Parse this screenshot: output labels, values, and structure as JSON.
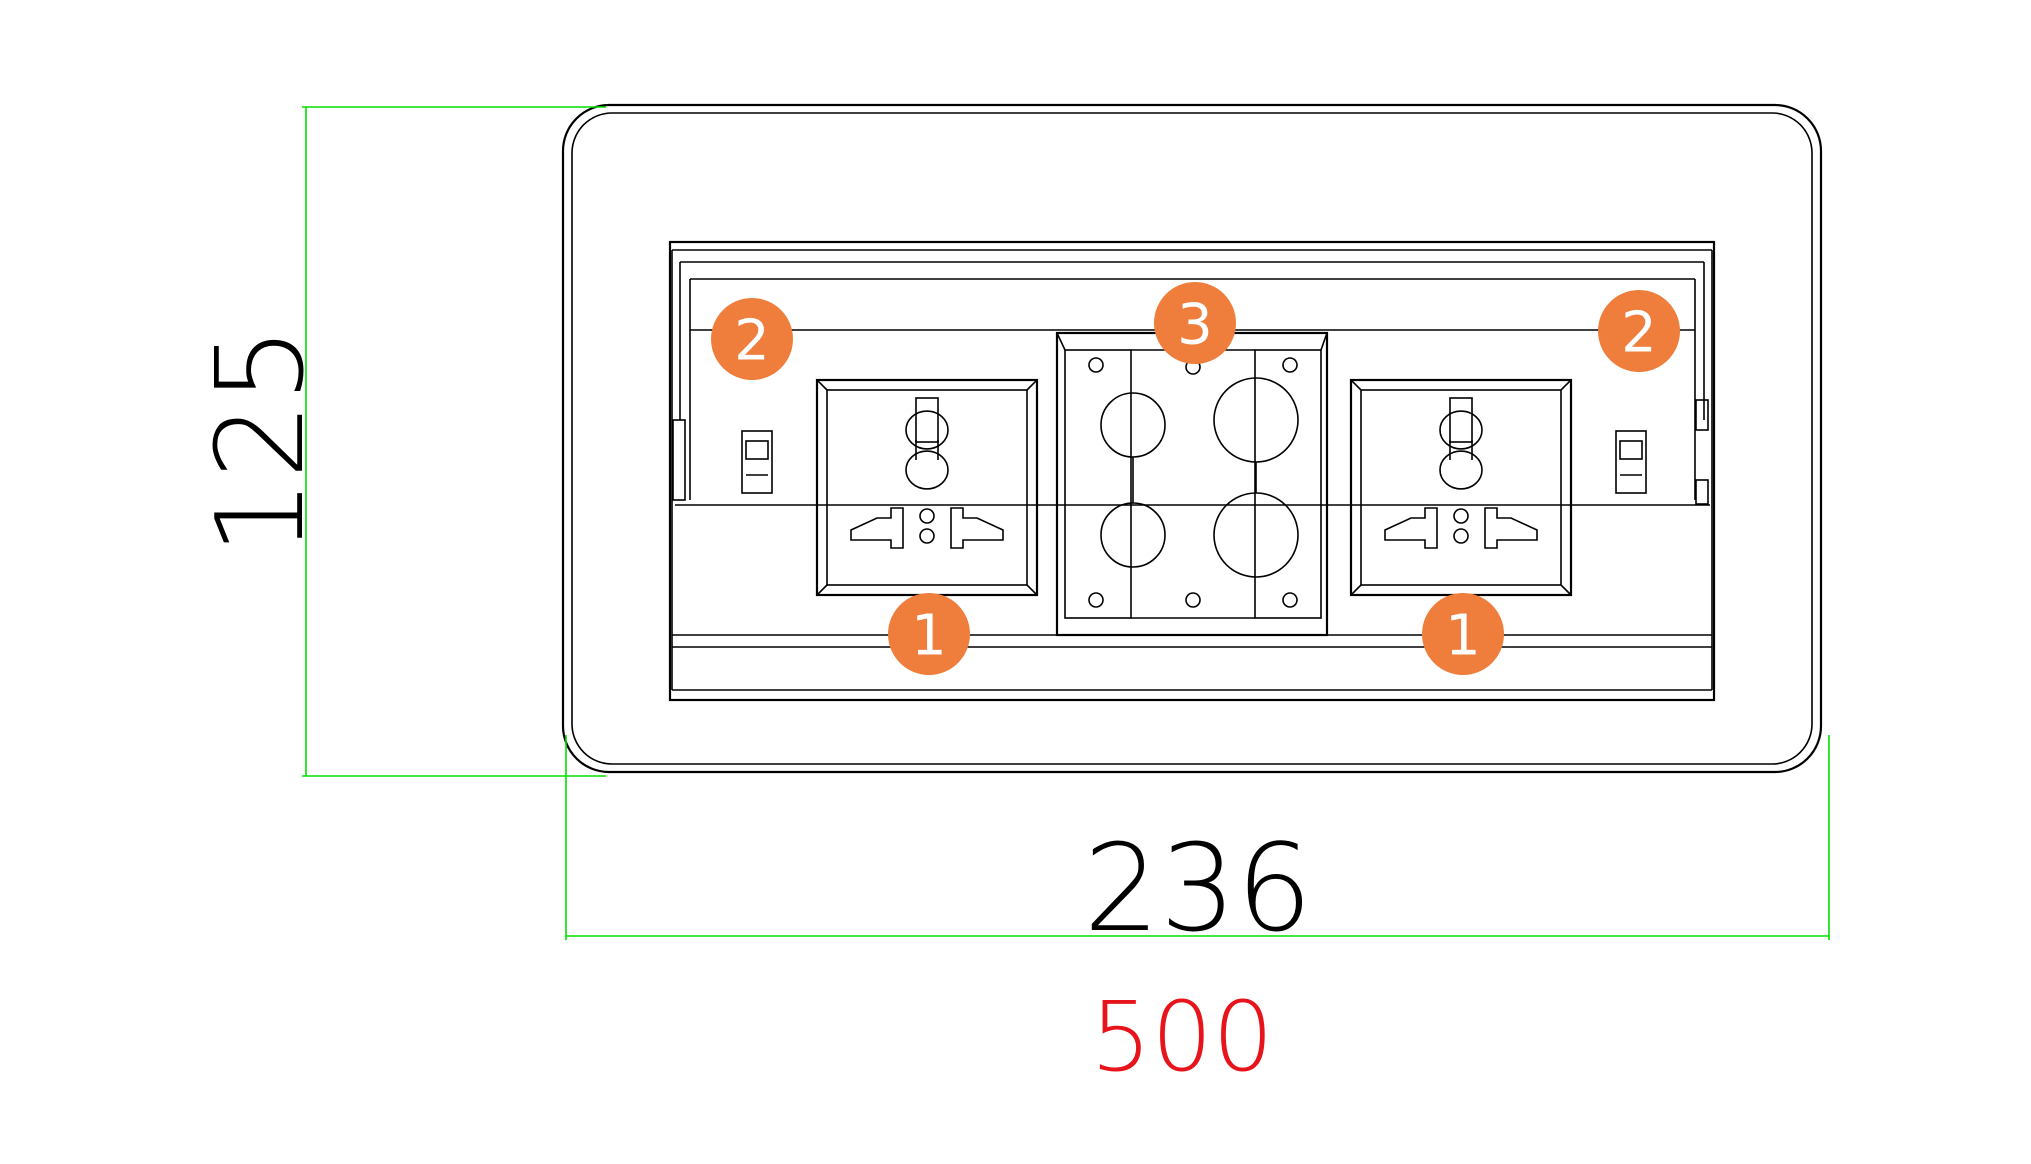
{
  "dimensions": {
    "height_label": "125",
    "width_label": "236",
    "sub_label": "500"
  },
  "callouts": [
    {
      "id": "outlet-left",
      "number": "1"
    },
    {
      "id": "outlet-right",
      "number": "1"
    },
    {
      "id": "switch-left",
      "number": "2"
    },
    {
      "id": "switch-right",
      "number": "2"
    },
    {
      "id": "data-module",
      "number": "3"
    }
  ],
  "colors": {
    "dimension_line": "#00e000",
    "callout_badge": "#ef7d3c",
    "sub_label": "#e8141b",
    "line_art": "#000000"
  }
}
